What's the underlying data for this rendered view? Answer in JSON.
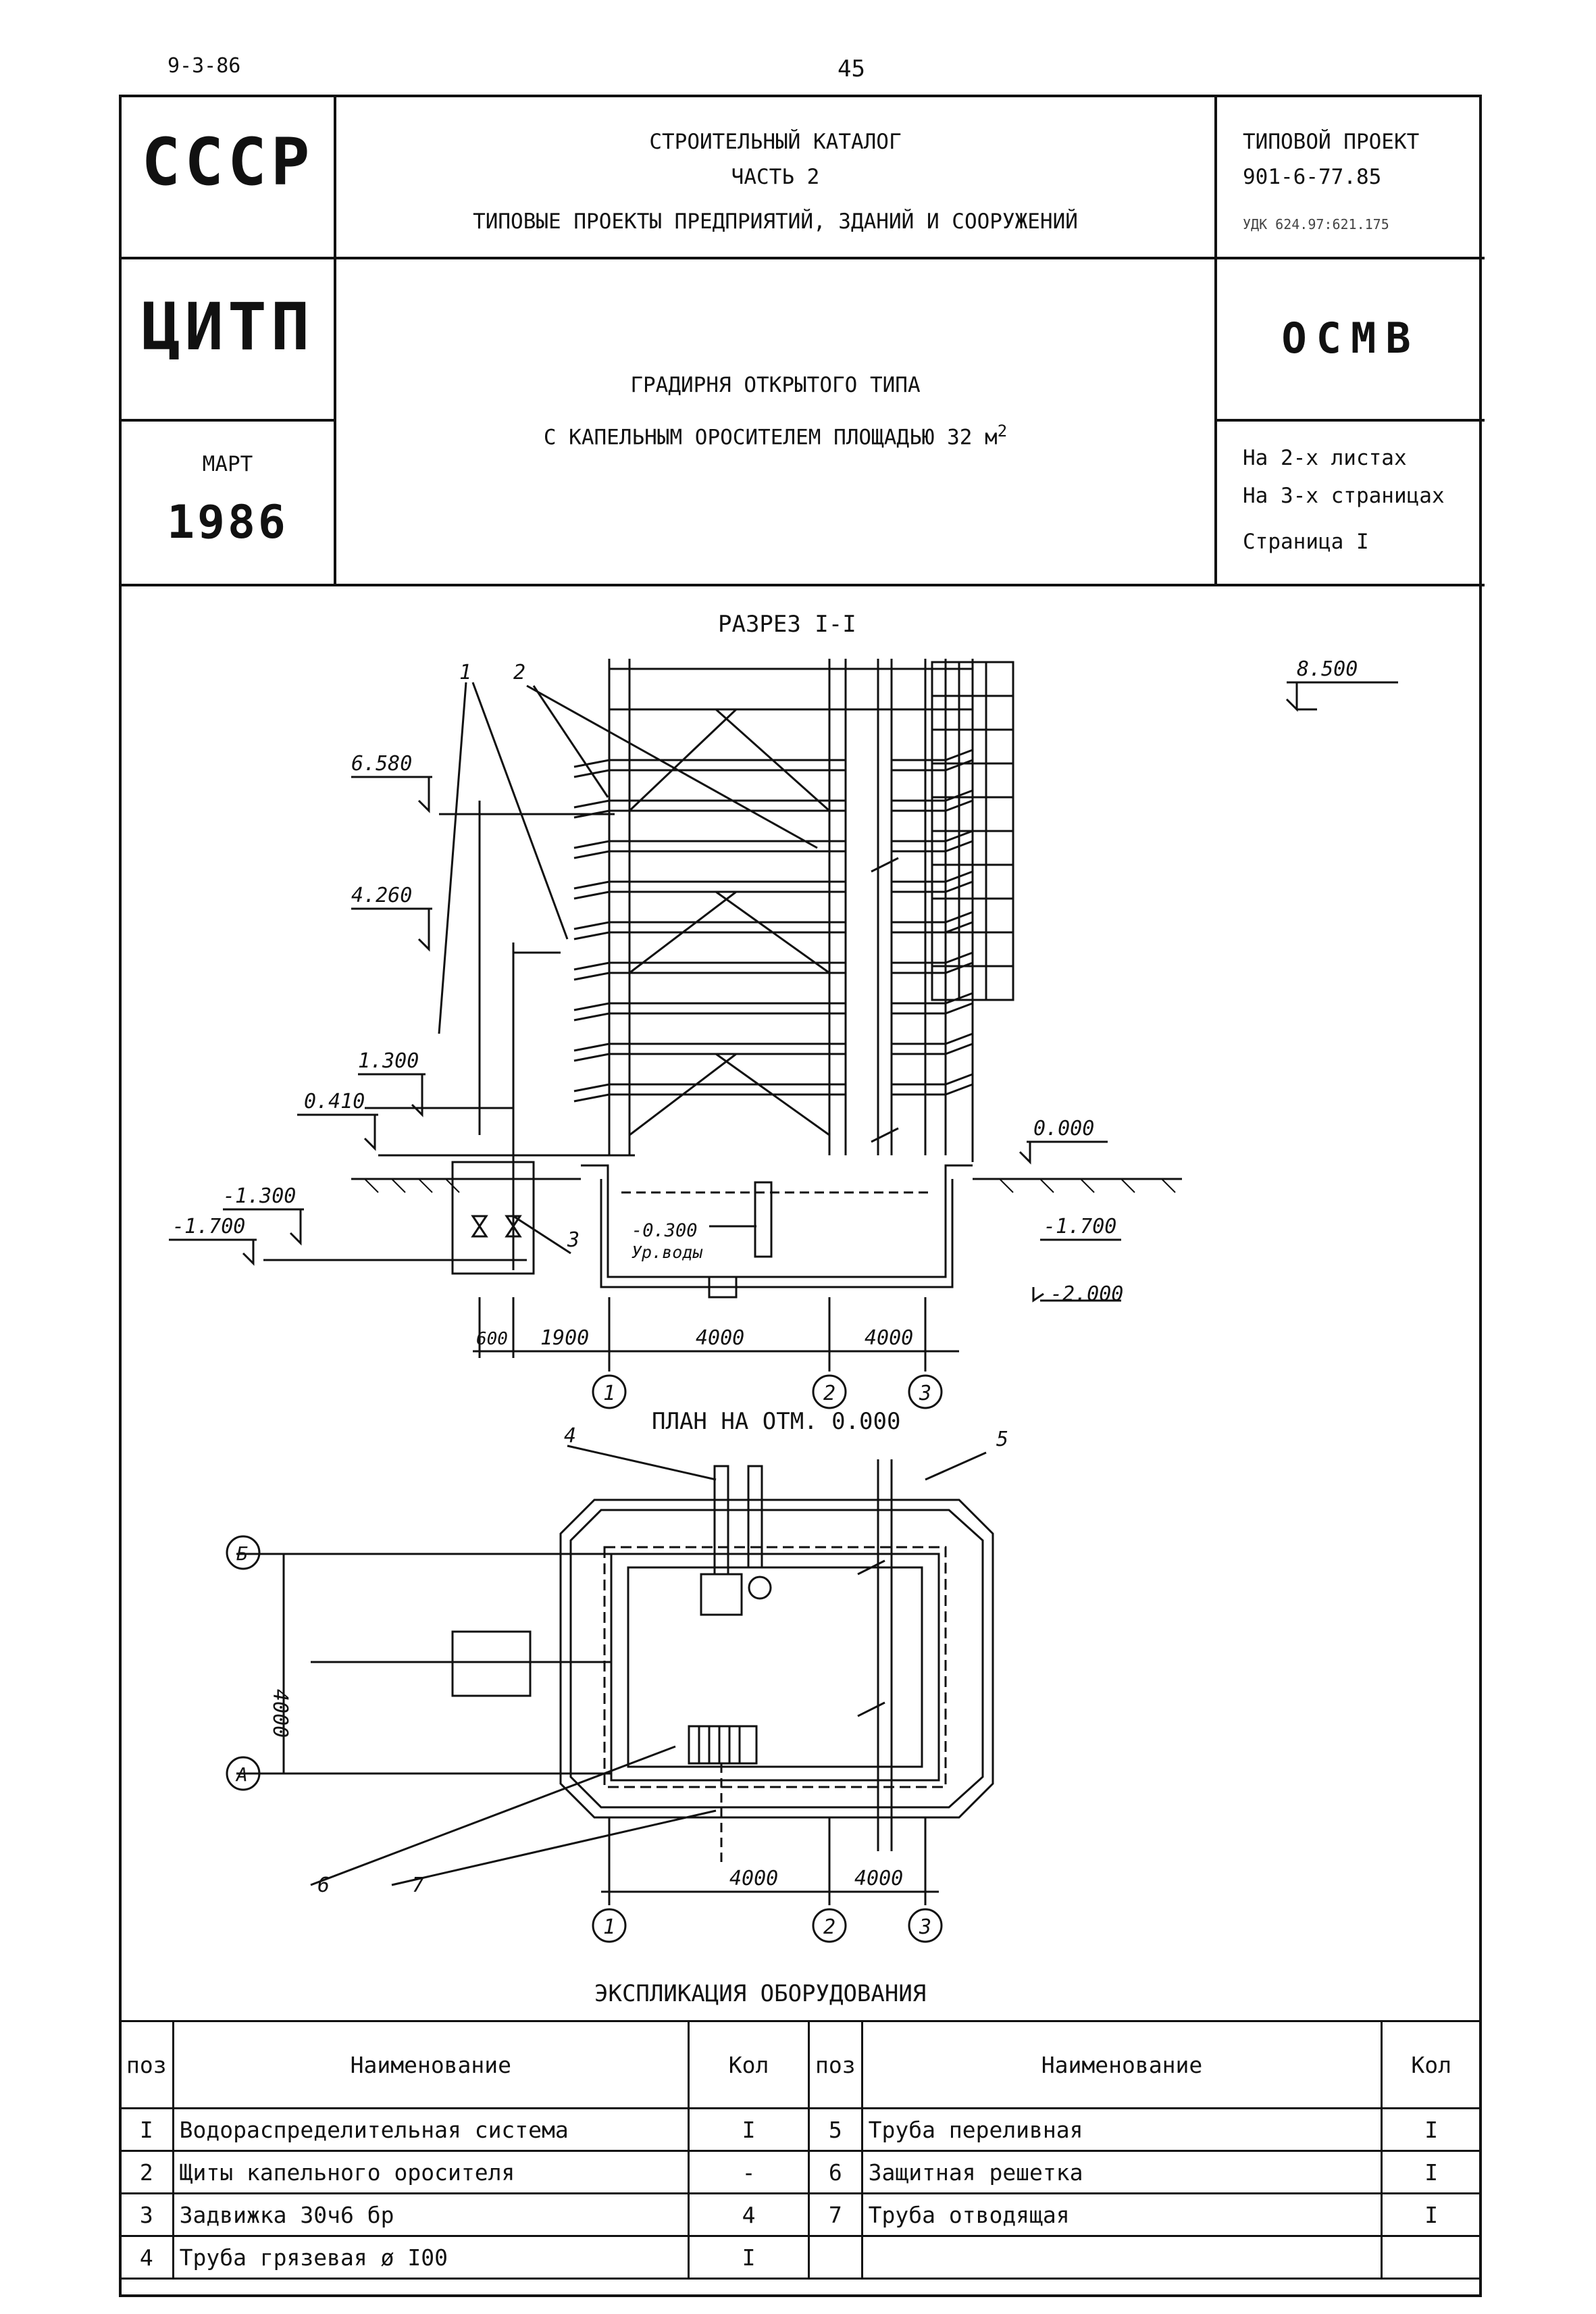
{
  "header": {
    "doc_code": "9-3-86",
    "page_number": "45",
    "org_top": "СССР",
    "org_bottom": "ЦИТП",
    "catalog_line1": "СТРОИТЕЛЬНЫЙ КАТАЛОГ",
    "catalog_line2": "ЧАСТЬ 2",
    "catalog_line3": "ТИПОВЫЕ ПРОЕКТЫ ПРЕДПРИЯТИЙ, ЗДАНИЙ И СООРУЖЕНИЙ",
    "project_label": "ТИПОВОЙ ПРОЕКТ",
    "project_number": "901-6-77.85",
    "udk": "УДК 624.97:621.175",
    "section_code": "ОСМВ",
    "month": "МАРТ",
    "year": "1986",
    "title_line1": "ГРАДИРНЯ ОТКРЫТОГО ТИПА",
    "title_line2": "С КАПЕЛЬНЫМ ОРОСИТЕЛЕМ ПЛОЩАДЬЮ 32 м",
    "title_sup": "2",
    "sheets": "На 2-х листах",
    "pages": "На 3-х страницах",
    "page_label": "Страница I"
  },
  "section": {
    "title": "РАЗРЕЗ I-I",
    "levels": [
      "8.500",
      "6.580",
      "4.260",
      "1.300",
      "0.410",
      "0.000",
      "-1.300",
      "-1.700",
      "-0.300",
      "Ур.воды",
      "-1.700",
      "-2.000"
    ],
    "dims": [
      "600",
      "1900",
      "4000",
      "4000"
    ],
    "callouts": [
      "1",
      "2",
      "3"
    ],
    "axes": [
      "1",
      "2",
      "3"
    ]
  },
  "plan": {
    "title": "ПЛАН НА ОТМ. 0.000",
    "callouts": [
      "4",
      "5",
      "6",
      "7"
    ],
    "row_axes": [
      "Б",
      "А"
    ],
    "dims": [
      "4000",
      "4000",
      "4000"
    ],
    "axes": [
      "1",
      "2",
      "3"
    ]
  },
  "explication": {
    "title": "ЭКСПЛИКАЦИЯ ОБОРУДОВАНИЯ",
    "headers": {
      "pos": "поз",
      "name": "Наименование",
      "qty": "Кол"
    },
    "rows": [
      {
        "pos": "I",
        "name": "Водораспределительная система",
        "qty": "I",
        "pos2": "5",
        "name2": "Труба переливная",
        "qty2": "I"
      },
      {
        "pos": "2",
        "name": "Щиты капельного оросителя",
        "qty": "-",
        "pos2": "6",
        "name2": "Защитная решетка",
        "qty2": "I"
      },
      {
        "pos": "3",
        "name": "Задвижка 30ч6 бр",
        "qty": "4",
        "pos2": "7",
        "name2": "Труба отводящая",
        "qty2": "I"
      },
      {
        "pos": "4",
        "name": "Труба грязевая ø I00",
        "qty": "I",
        "pos2": "",
        "name2": "",
        "qty2": ""
      }
    ]
  }
}
